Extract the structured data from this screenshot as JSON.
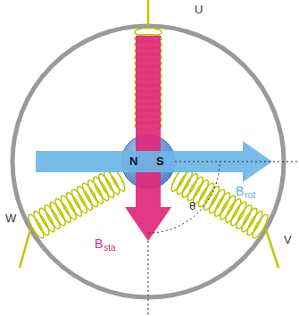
{
  "diagram": {
    "nodes": [
      {
        "text": [
          "N",
          "S"
        ]
      }
    ],
    "labels": [
      "U",
      "V",
      "W",
      "B",
      "rot",
      "B",
      "sta",
      "θ"
    ]
  }
}
